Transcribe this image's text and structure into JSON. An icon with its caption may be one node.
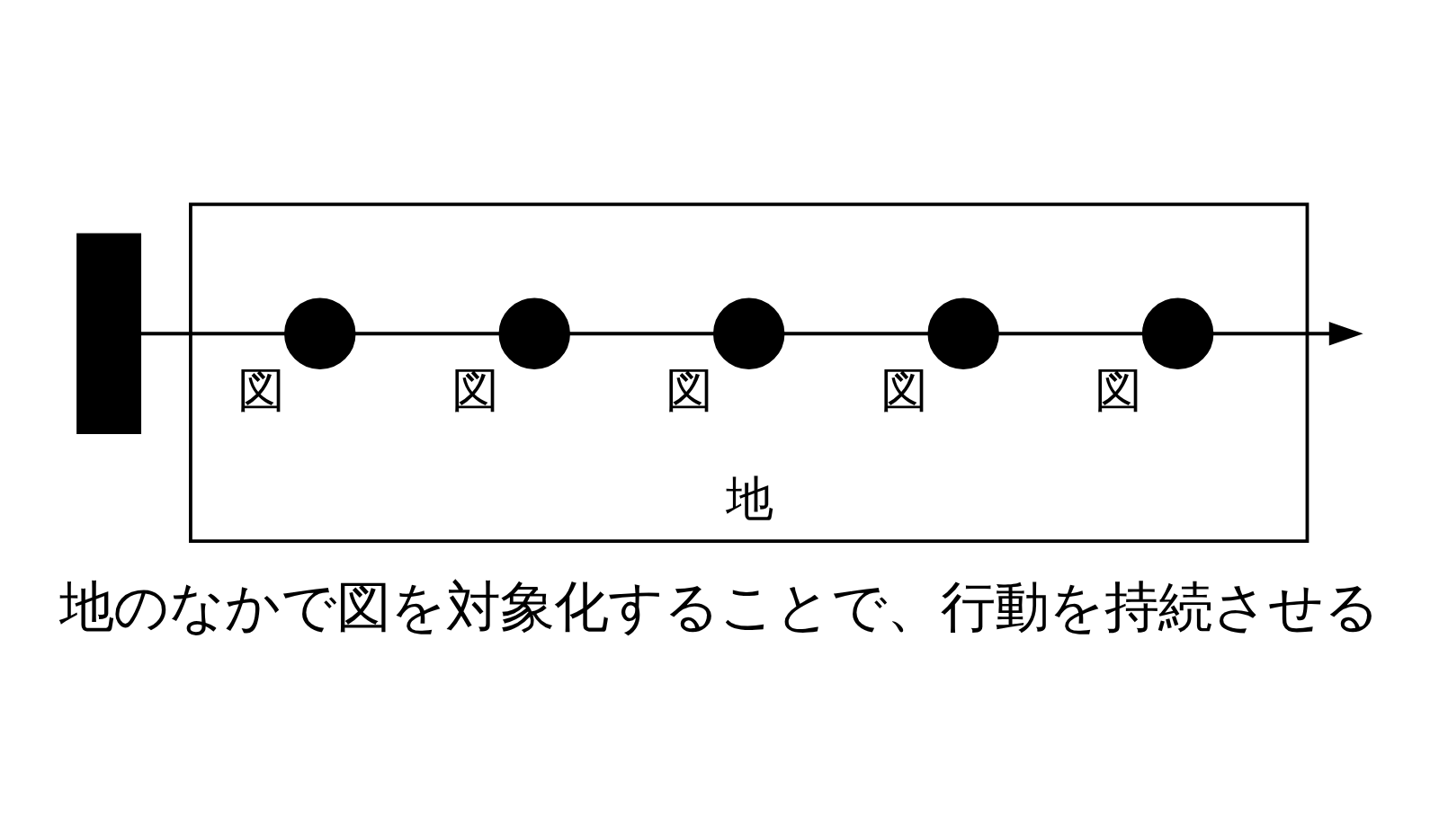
{
  "diagram": {
    "caption": "地のなかで図を対象化することで、行動を持続させる",
    "nodes": [
      {
        "text": [],
        "shape": "person"
      },
      {
        "text": [
          "地"
        ]
      },
      {
        "text": [],
        "shape": "circle",
        "beside": [
          "図"
        ],
        "in": 1
      },
      {
        "text": [],
        "shape": "circle",
        "beside": [
          "図"
        ],
        "in": 1
      },
      {
        "text": [],
        "shape": "circle",
        "beside": [
          "図"
        ],
        "in": 1
      },
      {
        "text": [],
        "shape": "circle",
        "beside": [
          "図"
        ],
        "in": 1
      },
      {
        "text": [],
        "shape": "circle",
        "beside": [
          "図"
        ],
        "in": 1
      }
    ],
    "edges": [
      {
        "from": 0,
        "to": 2,
        "arrow": "none"
      },
      {
        "from": 2,
        "to": 3,
        "arrow": "none"
      },
      {
        "from": 3,
        "to": 4,
        "arrow": "none"
      },
      {
        "from": 4,
        "to": 5,
        "arrow": "none"
      },
      {
        "from": 5,
        "to": 6,
        "arrow": "none"
      },
      {
        "from": 6,
        "to": null,
        "arrow": "to"
      }
    ]
  }
}
